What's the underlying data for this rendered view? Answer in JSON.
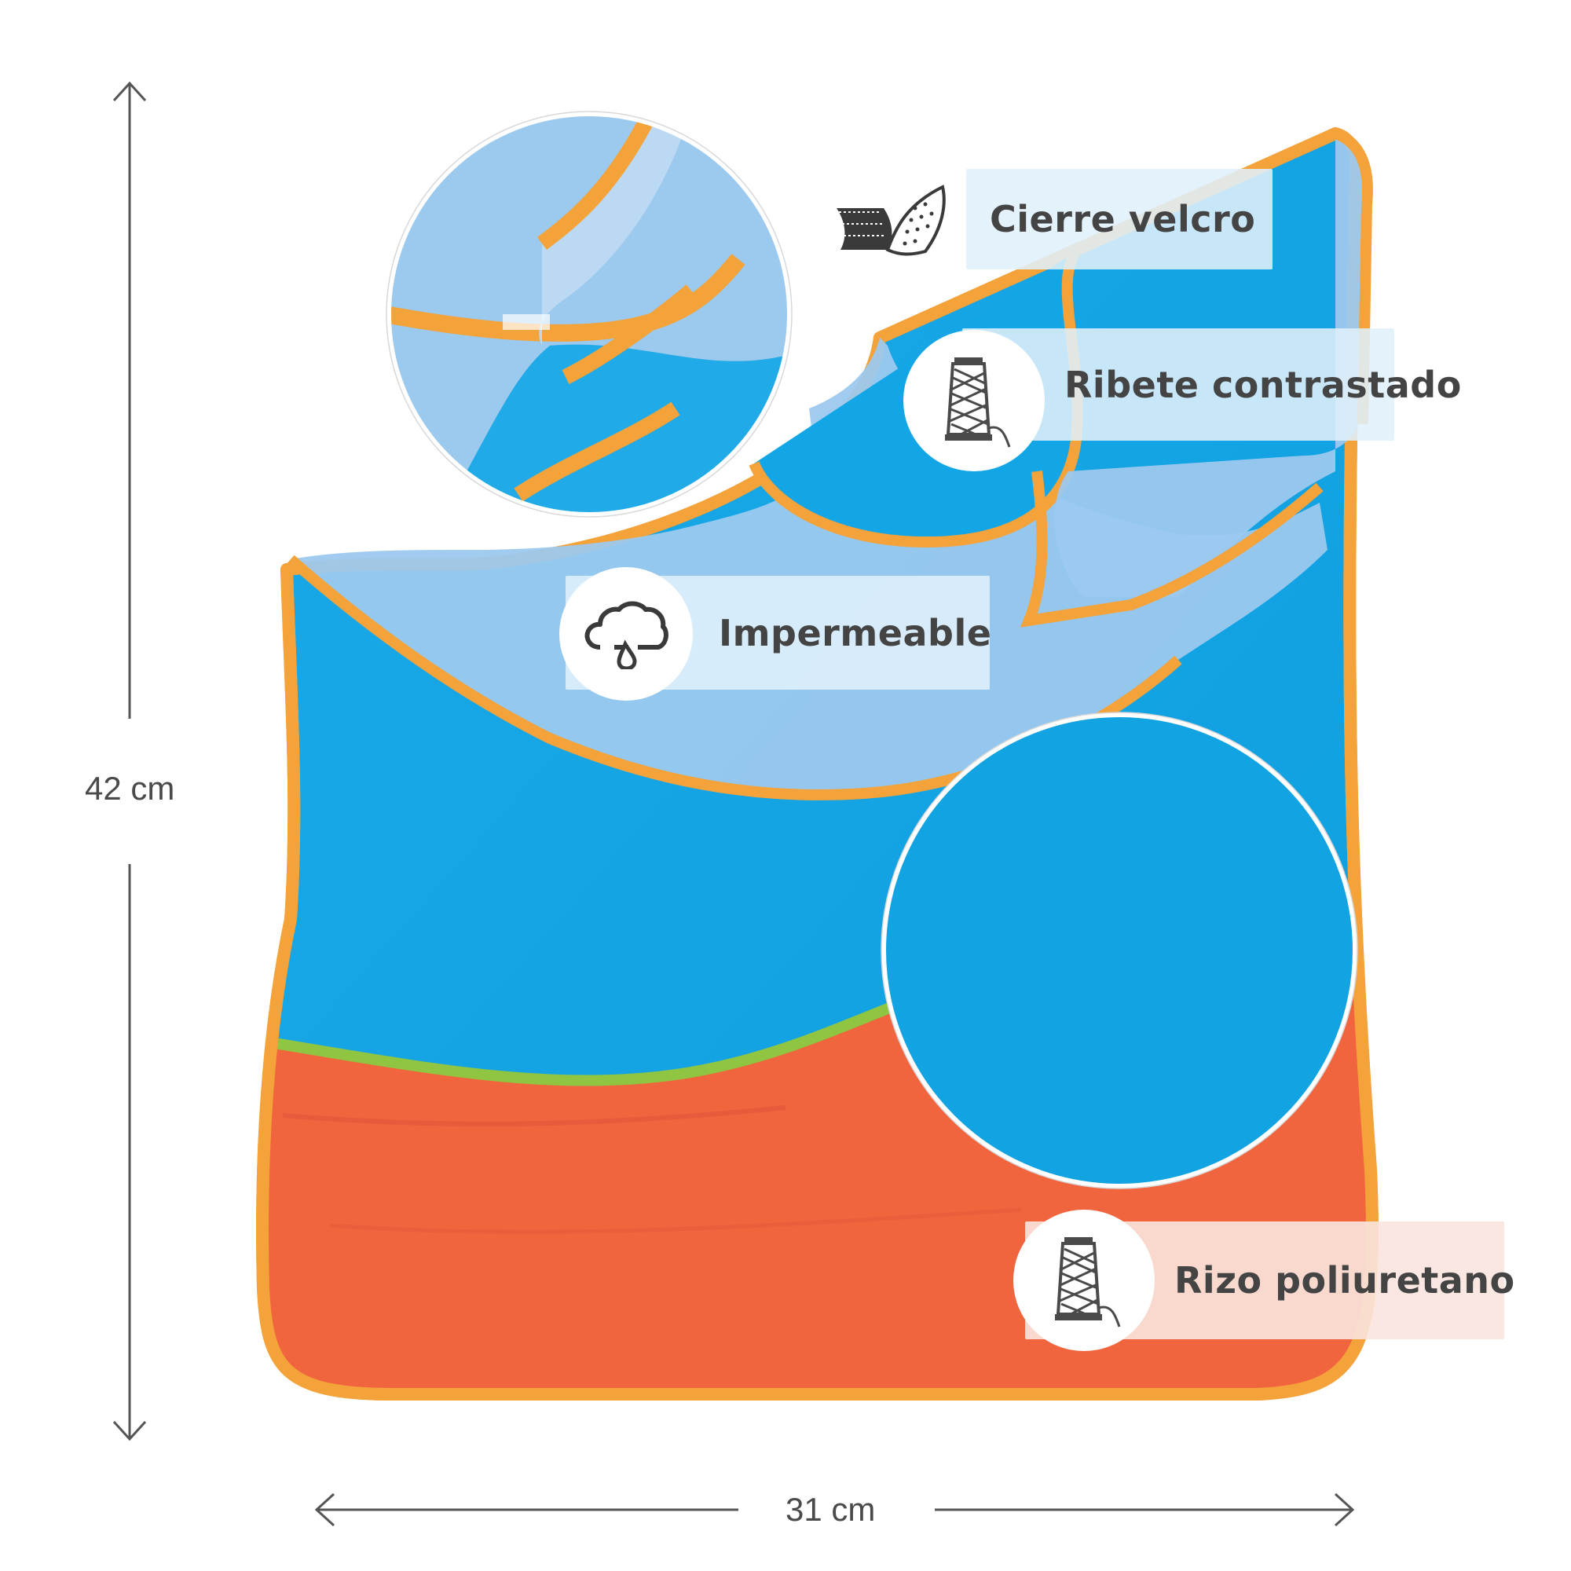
{
  "dimensions": {
    "height_label": "42 cm",
    "width_label": "31 cm"
  },
  "features": [
    {
      "label": "Cierre velcro",
      "icon": "velcro-icon"
    },
    {
      "label": "Ribete contrastado",
      "icon": "thread-spool-icon"
    },
    {
      "label": "Impermeable",
      "icon": "rain-cloud-icon"
    },
    {
      "label": "Rizo poliuretano",
      "icon": "thread-spool-icon"
    }
  ],
  "colors": {
    "bib_blue": "#13a6e6",
    "collar_light_blue": "#9cc9ee",
    "pocket_orange": "#f0643e",
    "trim_orange": "#f4a23a",
    "pocket_trim_green": "#8fc541",
    "dimension_lines": "#555555"
  }
}
